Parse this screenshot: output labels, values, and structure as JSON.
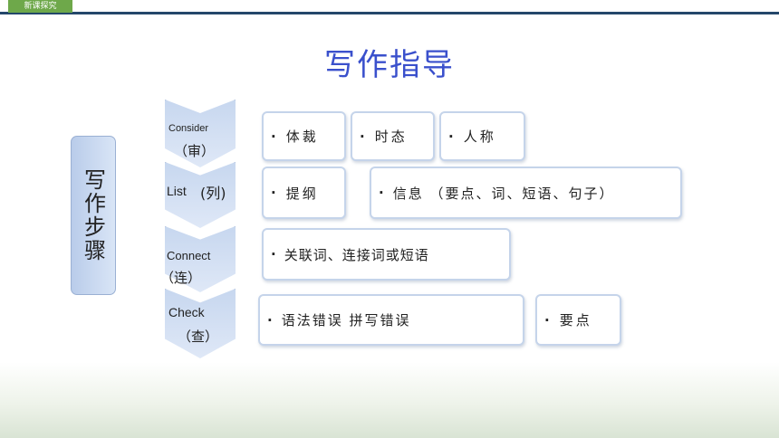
{
  "header": {
    "section_tab": "新课探究"
  },
  "title": "写作指导",
  "steps_label": "写作步骤",
  "steps": [
    {
      "en": "Consider",
      "cn": "（审）"
    },
    {
      "en": "List",
      "cn": "(列)"
    },
    {
      "en": "Connect",
      "cn": "（连）"
    },
    {
      "en": "Check",
      "cn": "（查）"
    }
  ],
  "bullet_char": "·",
  "cards": {
    "consider": [
      "体裁",
      "时态",
      "人称"
    ],
    "list": [
      "提纲",
      "信息 （要点、词、短语、句子）"
    ],
    "connect": [
      "关联词、连接词或短语"
    ],
    "check": [
      "语法错误 拼写错误",
      "要点"
    ]
  },
  "colors": {
    "title": "#3a50cc",
    "tab": "#6ea84a",
    "rule": "#24476a"
  }
}
